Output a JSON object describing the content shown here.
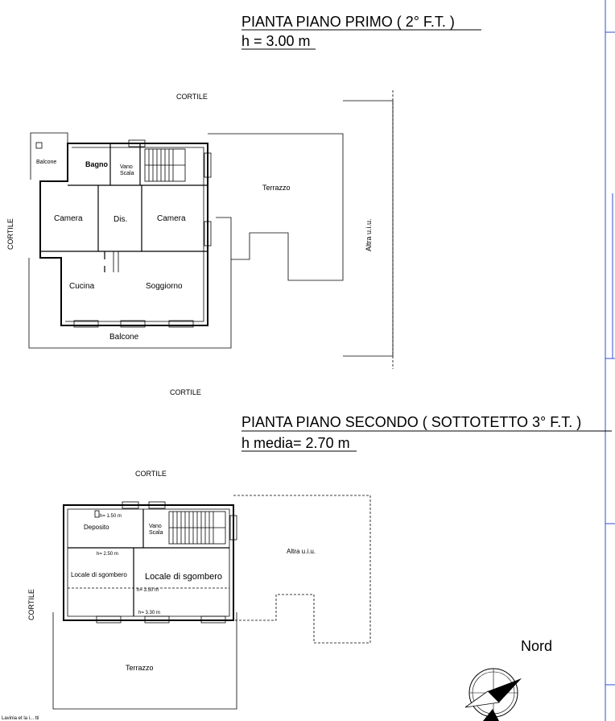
{
  "first_floor": {
    "title": "PIANTA PIANO PRIMO  ( 2° F.T. )",
    "height": "h = 3.00 m",
    "labels": {
      "cortile_top": "CORTILE",
      "cortile_left": "CORTILE",
      "cortile_bottom": "CORTILE",
      "balcone_small": "Balcone",
      "bagno": "Bagno",
      "vano": "Vano",
      "scala": "Scala",
      "camera_left": "Camera",
      "dis": "Dis.",
      "camera_right": "Camera",
      "cucina": "Cucina",
      "soggiorno": "Soggiorno",
      "balcone": "Balcone",
      "terrazzo": "Terrazzo",
      "altra": "Altra u.i.u."
    }
  },
  "second_floor": {
    "title": "PIANTA PIANO SECONDO ( SOTTOTETTO 3° F.T. )",
    "height": "h media= 2.70 m",
    "labels": {
      "cortile_top": "CORTILE",
      "cortile_left": "CORTILE",
      "h150": "h= 1.50 m",
      "deposito": "Deposito",
      "vano": "Vano",
      "scala": "Scala",
      "h250": "h= 2.50 m",
      "locale_small": "Locale di sgombero",
      "locale_big": "Locale di sgombero",
      "h350": "h= 3.50 m",
      "h330": "h= 3.30 m",
      "altra": "Altra u.i.u.",
      "terrazzo": "Terrazzo"
    }
  },
  "compass": {
    "label": "Nord"
  },
  "footer_text": "Lavinia et la i... tti"
}
